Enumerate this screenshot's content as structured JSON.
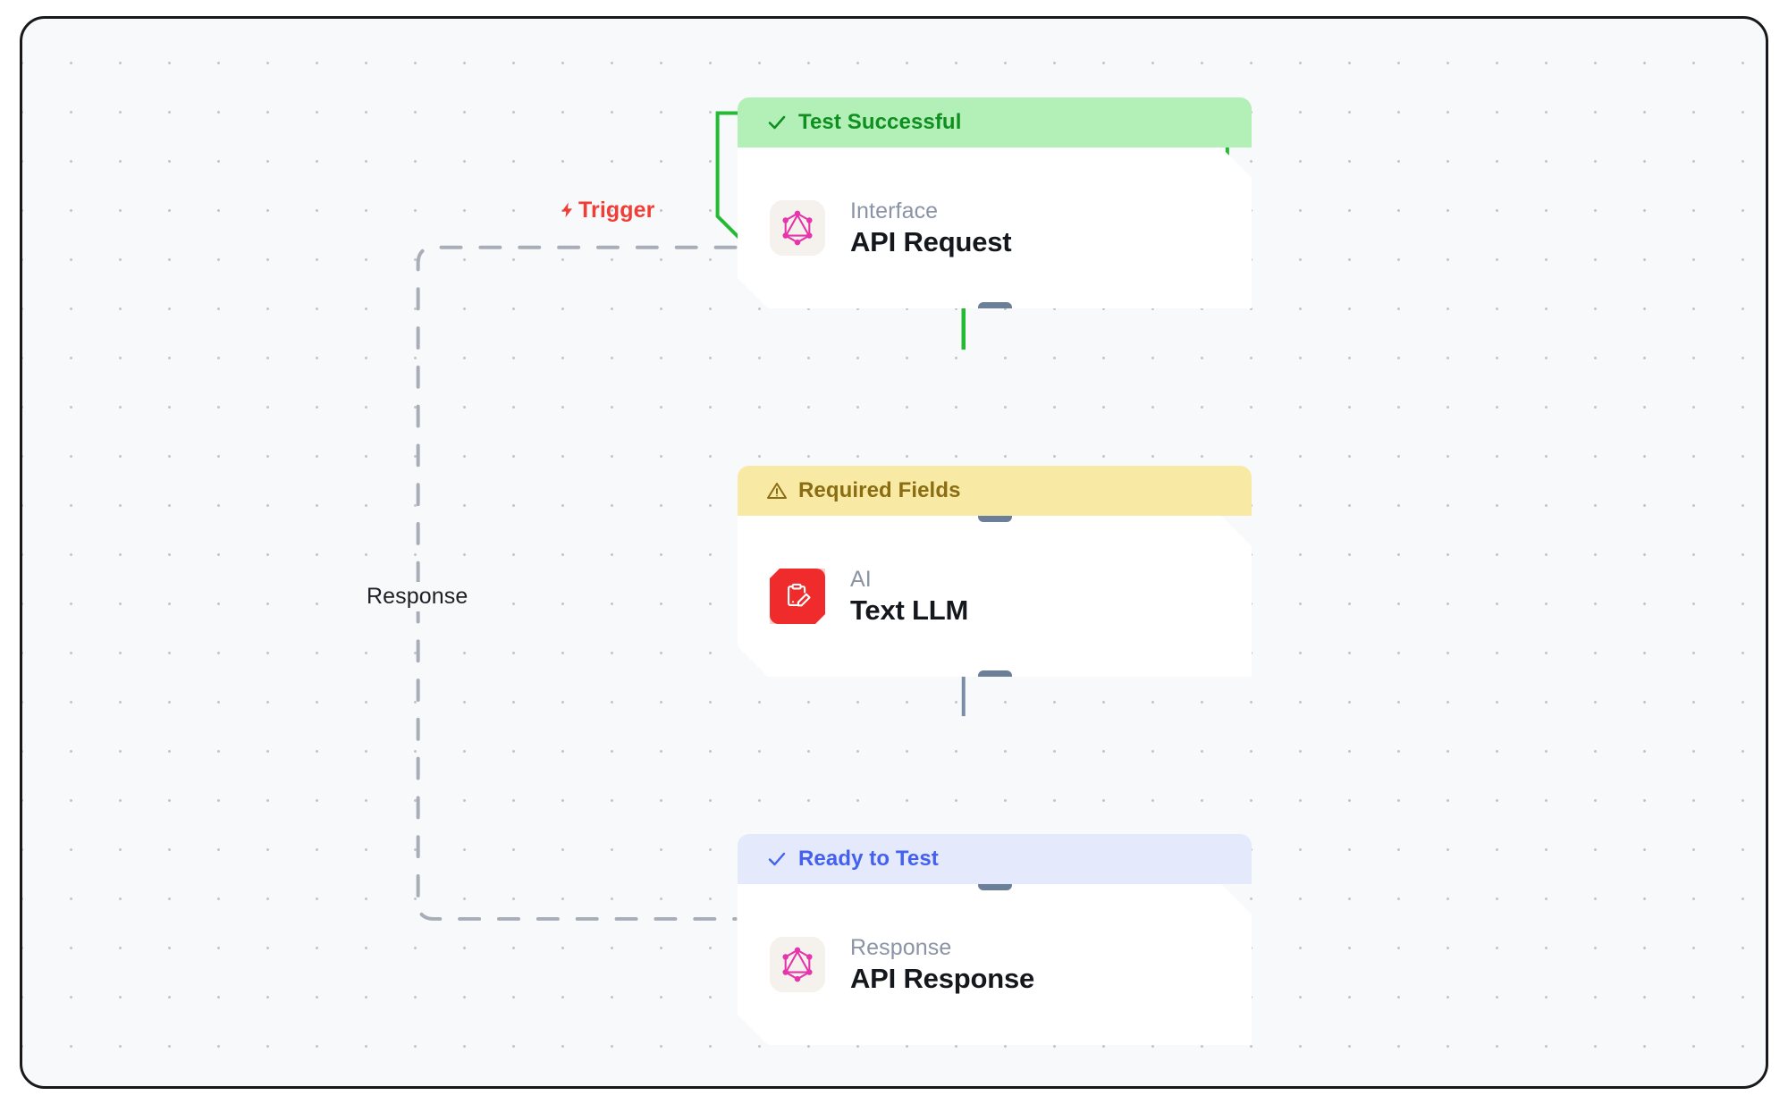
{
  "canvas": {
    "background_color": "#f8f9fb",
    "border_color": "#17191c",
    "grid": "dot-grid"
  },
  "edges": [
    {
      "id": "trigger-edge",
      "label": "Trigger",
      "icon": "lightning-bolt-icon",
      "color": "#ef3e35",
      "style": "dashed",
      "from": "api-response",
      "to": "api-request"
    },
    {
      "id": "response-edge",
      "label": "Response",
      "color": "#1d2025",
      "style": "dashed",
      "from": "api-response",
      "to": "api-request"
    },
    {
      "id": "request-to-llm",
      "label": "",
      "color": "#22bb33",
      "style": "solid",
      "from": "api-request",
      "to": "text-llm"
    },
    {
      "id": "llm-to-response",
      "label": "",
      "color": "#7b8da6",
      "style": "solid",
      "from": "text-llm",
      "to": "api-response"
    }
  ],
  "nodes": [
    {
      "id": "api-request",
      "status": {
        "label": "Test Successful",
        "glyph": "check-icon",
        "background_color": "#b3f0b8",
        "text_color": "#0f8f20"
      },
      "icon": "graphql-icon",
      "icon_color": "#e535ab",
      "kind": "Interface",
      "title": "API Request",
      "outline_color": "#22bb33"
    },
    {
      "id": "text-llm",
      "status": {
        "label": "Required Fields",
        "glyph": "warning-triangle-icon",
        "background_color": "#f8eaa4",
        "text_color": "#8a6d12"
      },
      "icon": "clipboard-edit-icon",
      "icon_color": "#ef2b2b",
      "kind": "AI",
      "title": "Text LLM",
      "outline_color": ""
    },
    {
      "id": "api-response",
      "status": {
        "label": "Ready to Test",
        "glyph": "check-icon",
        "background_color": "#e4e9fb",
        "text_color": "#4361ee"
      },
      "icon": "graphql-icon",
      "icon_color": "#e535ab",
      "kind": "Response",
      "title": "API Response",
      "outline_color": ""
    }
  ]
}
